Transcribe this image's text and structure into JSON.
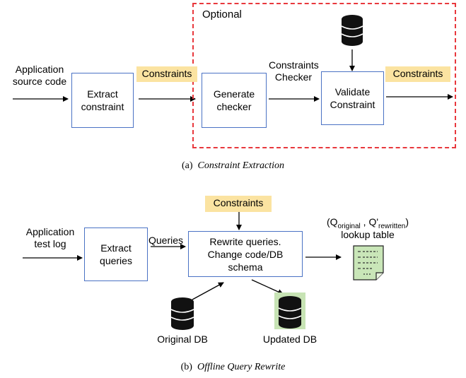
{
  "part_a": {
    "optional_label": "Optional",
    "app_source_label": "Application\nsource code",
    "extract_box": "Extract\nconstraint",
    "constraints_tag_1": "Constraints",
    "constraints_checker_label": "Constraints\nChecker",
    "generate_box": "Generate\nchecker",
    "validate_box": "Validate\nConstraint",
    "constraints_tag_2": "Constraints",
    "caption_prefix": "(a)",
    "caption_title": "Constraint Extraction"
  },
  "part_b": {
    "app_test_label": "Application\ntest log",
    "extract_box": "Extract\nqueries",
    "queries_label": "Queries",
    "constraints_tag": "Constraints",
    "rewrite_box": "Rewrite queries.\nChange code/DB\nschema",
    "lookup_q_original": "Q",
    "lookup_sub_original": "original",
    "lookup_q_rewritten": "Q'",
    "lookup_sub_rewritten": "rewritten",
    "lookup_open": "(",
    "lookup_comma": " , ",
    "lookup_close": ")",
    "lookup_table_label": "lookup table",
    "original_db_label": "Original DB",
    "updated_db_label": "Updated DB",
    "caption_prefix": "(b)",
    "caption_title": "Offline Query Rewrite"
  },
  "colors": {
    "box_border": "#4a72c4",
    "highlight": "#fbe3a1",
    "optional_border": "#e8383d",
    "updated_db_bg": "#c7e3b4",
    "lookup_paper": "#c9e6b8"
  }
}
